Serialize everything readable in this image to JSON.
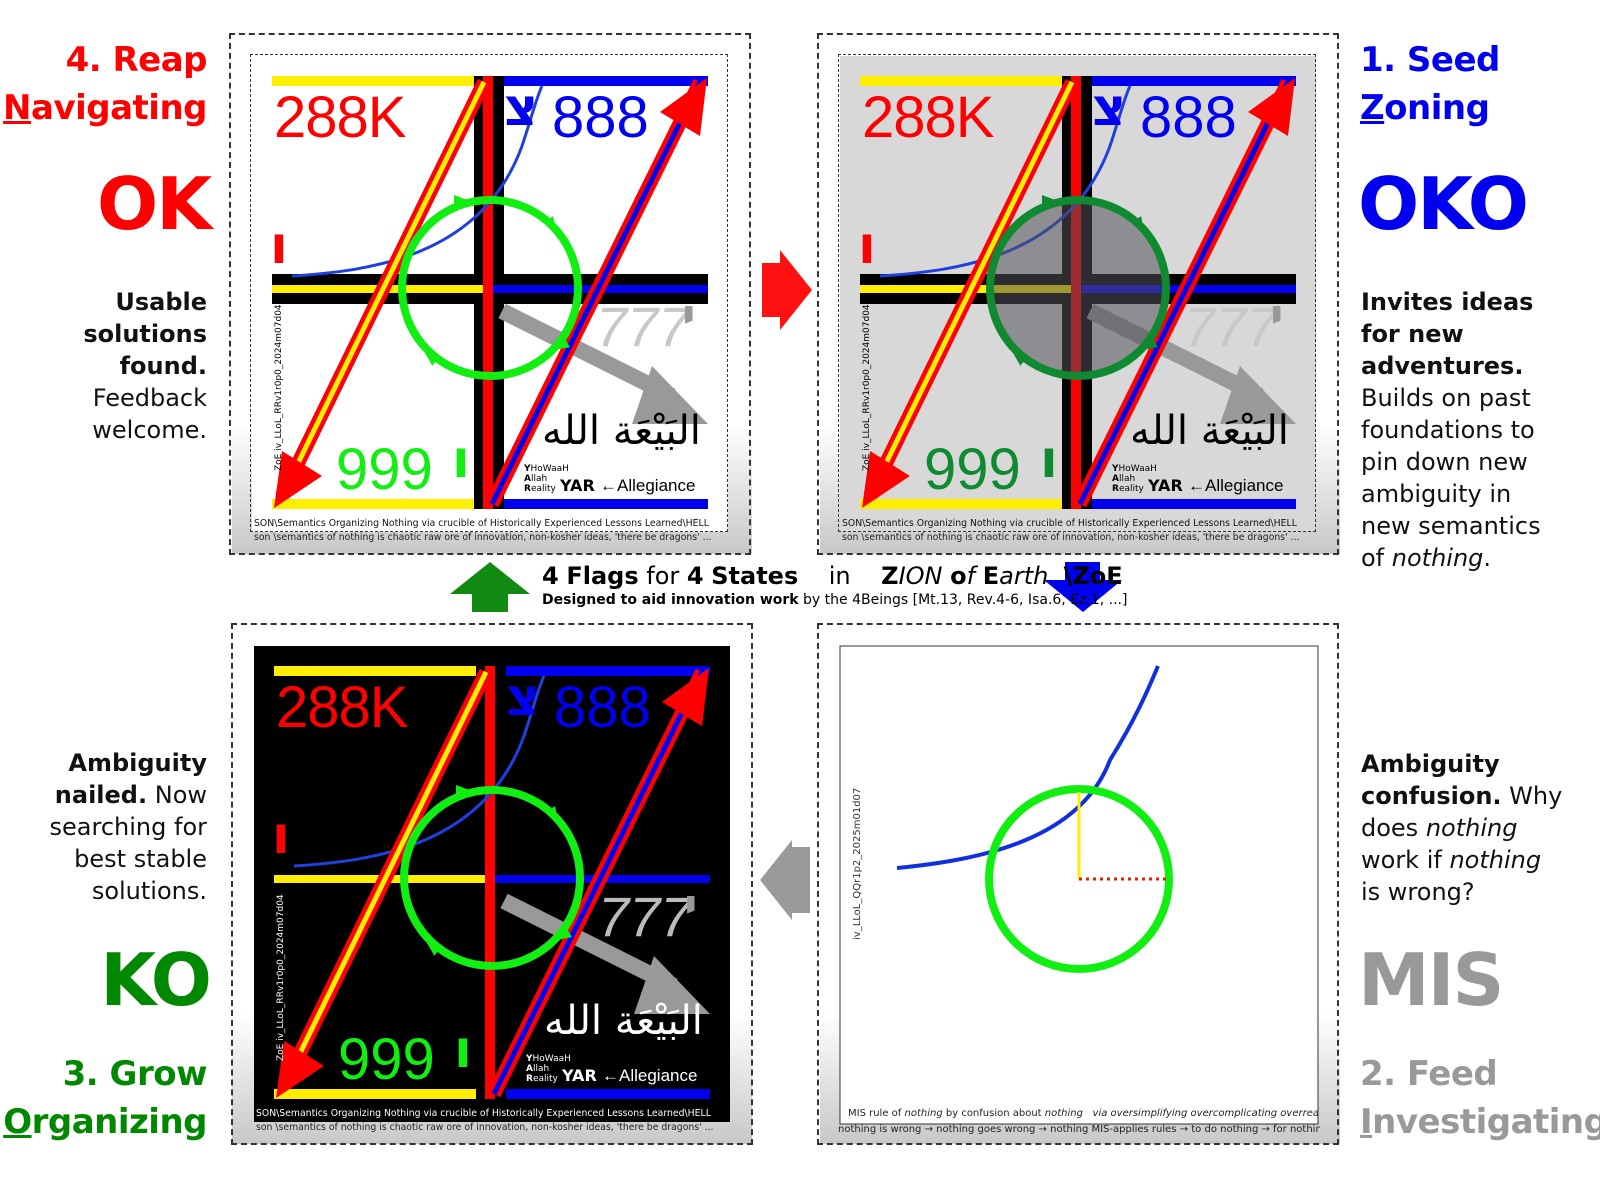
{
  "colors": {
    "red": "#ff0000",
    "blue": "#0000ee",
    "green": "#008800",
    "grey": "#999999",
    "yellow": "#ffee00",
    "lime": "#11ee11"
  },
  "states": {
    "reap": {
      "step": "4. Reap",
      "verb_first": "N",
      "verb_rest": "avigating",
      "code": "OK",
      "desc_bold": "Usable solutions found.",
      "desc_plain": "Feedback welcome."
    },
    "seed": {
      "step": "1. Seed",
      "verb_first": "Z",
      "verb_rest": "oning",
      "code": "OKO",
      "desc_bold": "Invites ideas for new adventures.",
      "desc_plain": "Builds on past foundations to pin down new ambiguity in new semantics of",
      "desc_em": "nothing",
      "desc_end": "."
    },
    "grow": {
      "step": "3. Grow",
      "verb_first": "O",
      "verb_rest": "rganizing",
      "code": "KO",
      "desc_bold": "Ambiguity nailed.",
      "desc_plain": "Now searching for best stable solutions."
    },
    "feed": {
      "step": "2. Feed",
      "verb_first": "I",
      "verb_rest": "nvestigating",
      "code": "MIS",
      "desc_bold": "Ambiguity confusion.",
      "desc_plain1": "Why does",
      "desc_em1": "nothing",
      "desc_plain2": "work if",
      "desc_em2": "nothing",
      "desc_plain3": "is wrong?"
    }
  },
  "center": {
    "num1": "4",
    "flags": "Flags",
    "for": "for",
    "num2": "4",
    "states": "States",
    "in": "in",
    "zion_z": "Z",
    "zion_rest": "ION",
    "of_o": "o",
    "of_rest": "f",
    "earth_e": "E",
    "earth_rest": "arth",
    "zoe": "\\ZoE",
    "sub_bold": "Designed to aid innovation work",
    "sub_rest": "by the 4Beings [Mt.13, Rev.4-6, Isa.6, Ez.1, ...]"
  },
  "flag": {
    "num_288k": "288K",
    "num_888": "888",
    "num_777": "777",
    "num_999": "999",
    "tsade": "צ",
    "vav": "ו",
    "yod": "י",
    "arabic": "البَيْعَة الله",
    "yar_y": "Y",
    "yar_y_rest": "HoWaaH",
    "yar_a": "A",
    "yar_a_rest": "llah",
    "yar_r": "R",
    "yar_r_rest": "eality",
    "yar": "YAR",
    "allegiance": "←Allegiance",
    "side_label": "ZoE iv_LLoL_RRv1r0p0_2024m07d04",
    "caption1": "SON\\Semantics Organizing Nothing via crucible of Historically Experienced Lessons Learned\\HELL",
    "caption2": "son \\semantics of nothing is chaotic raw ore of innovation, non-kosher ideas, 'there be dragons' ..."
  },
  "mis_panel": {
    "side_label": "iv_LLoL_QQr1p2_2025m01d07",
    "caption1_a": "MIS rule of",
    "caption1_b": "nothing",
    "caption1_c": "by confusion about",
    "caption1_d": "nothing",
    "caption1_e": "via oversimplifying overcomplicating overreach",
    "caption2": "nothing is wrong → nothing goes wrong → nothing MIS-applies rules → to do nothing → for nothing"
  }
}
